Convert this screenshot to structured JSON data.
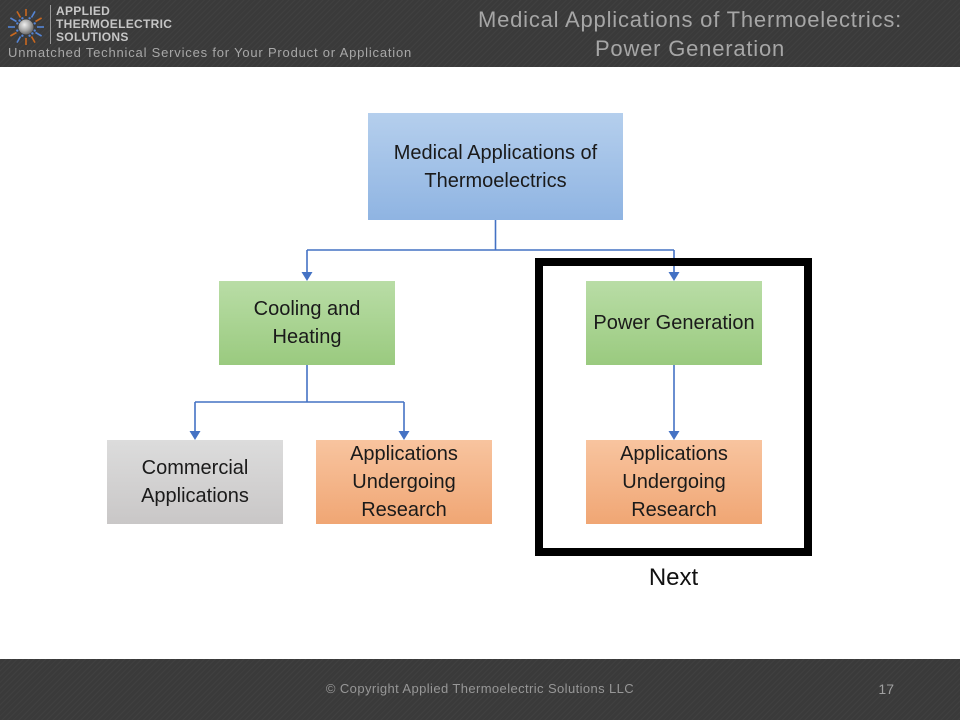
{
  "header": {
    "logo": {
      "line1": "APPLIED",
      "line2": "THERMOELECTRIC",
      "line3": "SOLUTIONS"
    },
    "tagline": "Unmatched Technical Services for Your Product or Application",
    "title_line1": "Medical Applications of Thermoelectrics:",
    "title_line2": "Power Generation"
  },
  "diagram": {
    "root": {
      "label": "Medical Applications of Thermoelectrics",
      "color": "#9DC3E6"
    },
    "children": [
      {
        "label": "Cooling and Heating",
        "color": "#A9D18E",
        "children": [
          {
            "label": "Commercial Applications",
            "color": "#D0CECE"
          },
          {
            "label": "Applications Undergoing Research",
            "color": "#F4B183"
          }
        ]
      },
      {
        "label": "Power Generation",
        "color": "#A9D18E",
        "highlighted": true,
        "children": [
          {
            "label": "Applications Undergoing Research",
            "color": "#F4B183"
          }
        ]
      }
    ],
    "next_label": "Next",
    "connector_color": "#4472C4",
    "highlight_border_color": "#000000"
  },
  "footer": {
    "copyright": "© Copyright Applied Thermoelectric Solutions LLC",
    "page_number": "17"
  }
}
